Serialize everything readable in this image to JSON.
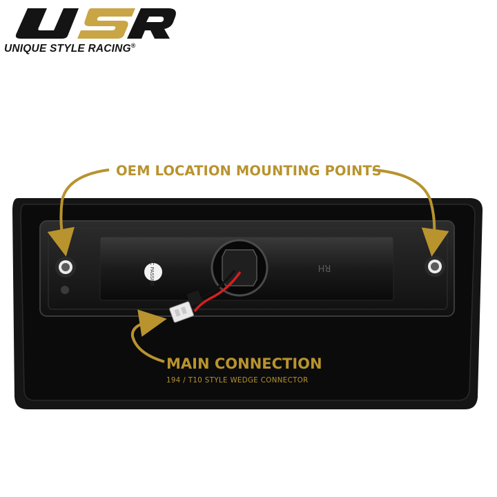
{
  "brand": {
    "logo_letters": "USR",
    "tagline": "UNIQUE STYLE RACING",
    "registered_mark": "®",
    "colors": {
      "dark": "#141414",
      "gold": "#c9a545"
    }
  },
  "callouts": {
    "mounting_points": "OEM LOCATION MOUNTING POINTS",
    "main_connection": "MAIN CONNECTION",
    "connector_type": "194 / T10 STYLE WEDGE CONNECTOR",
    "accent_color": "#b8932e"
  },
  "product": {
    "side_marking": "RH",
    "sticker_text": "QC PASSED"
  }
}
